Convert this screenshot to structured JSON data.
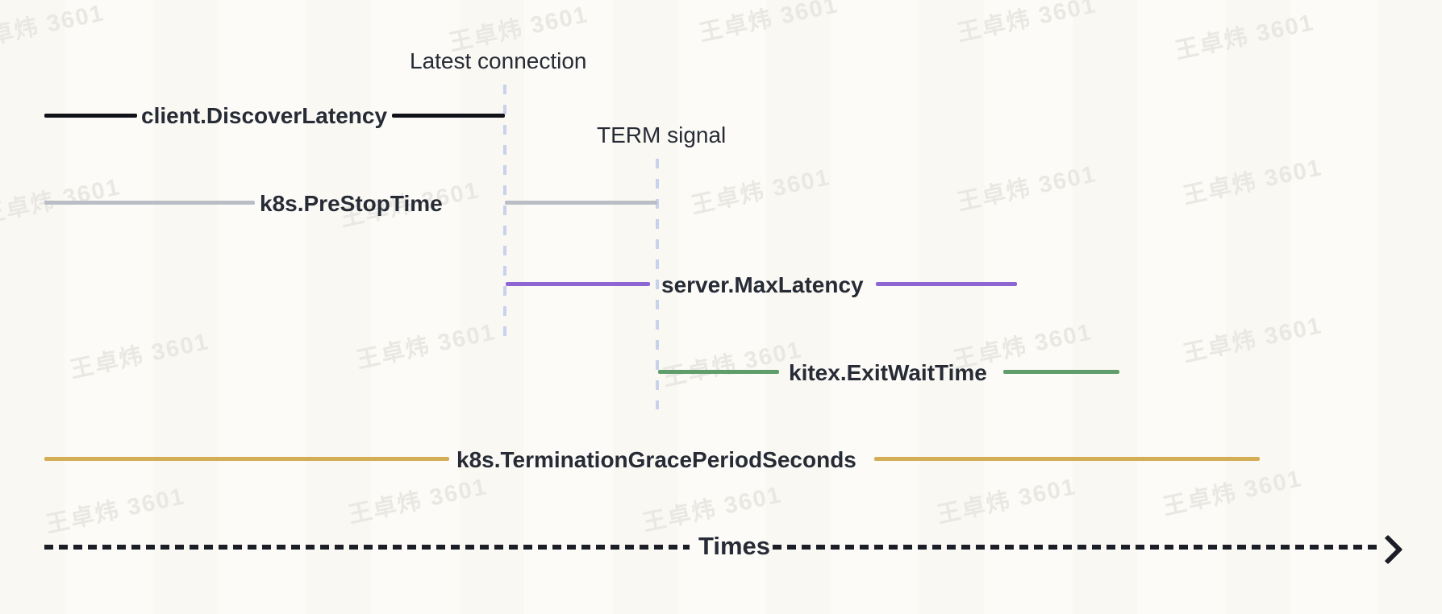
{
  "diagram": {
    "background": "#fcfbf8",
    "label_color": "#262b35",
    "guide_color": "#c9d2ec",
    "watermark": {
      "text": "王卓炜 3601",
      "color": "#eae8e3"
    },
    "events": [
      {
        "id": "latest-connection",
        "label": "Latest connection"
      },
      {
        "id": "term-signal",
        "label": "TERM signal"
      }
    ],
    "periods": [
      {
        "id": "client-discover-latency",
        "label": "client.DiscoverLatency",
        "color": "#101217",
        "ends_at": "latest-connection"
      },
      {
        "id": "k8s-prestop-time",
        "label": "k8s.PreStopTime",
        "color": "#b9bec6",
        "ends_at": "term-signal"
      },
      {
        "id": "server-max-latency",
        "label": "server.MaxLatency",
        "color": "#8d66d4",
        "starts_at": "latest-connection"
      },
      {
        "id": "kitex-exit-wait-time",
        "label": "kitex.ExitWaitTime",
        "color": "#5f9e6a",
        "starts_at": "term-signal"
      },
      {
        "id": "k8s-termination-grace-period-seconds",
        "label": "k8s.TerminationGracePeriodSeconds",
        "color": "#d4ae56"
      }
    ],
    "axis": {
      "label": "Times",
      "color": "#1b1e26"
    }
  }
}
